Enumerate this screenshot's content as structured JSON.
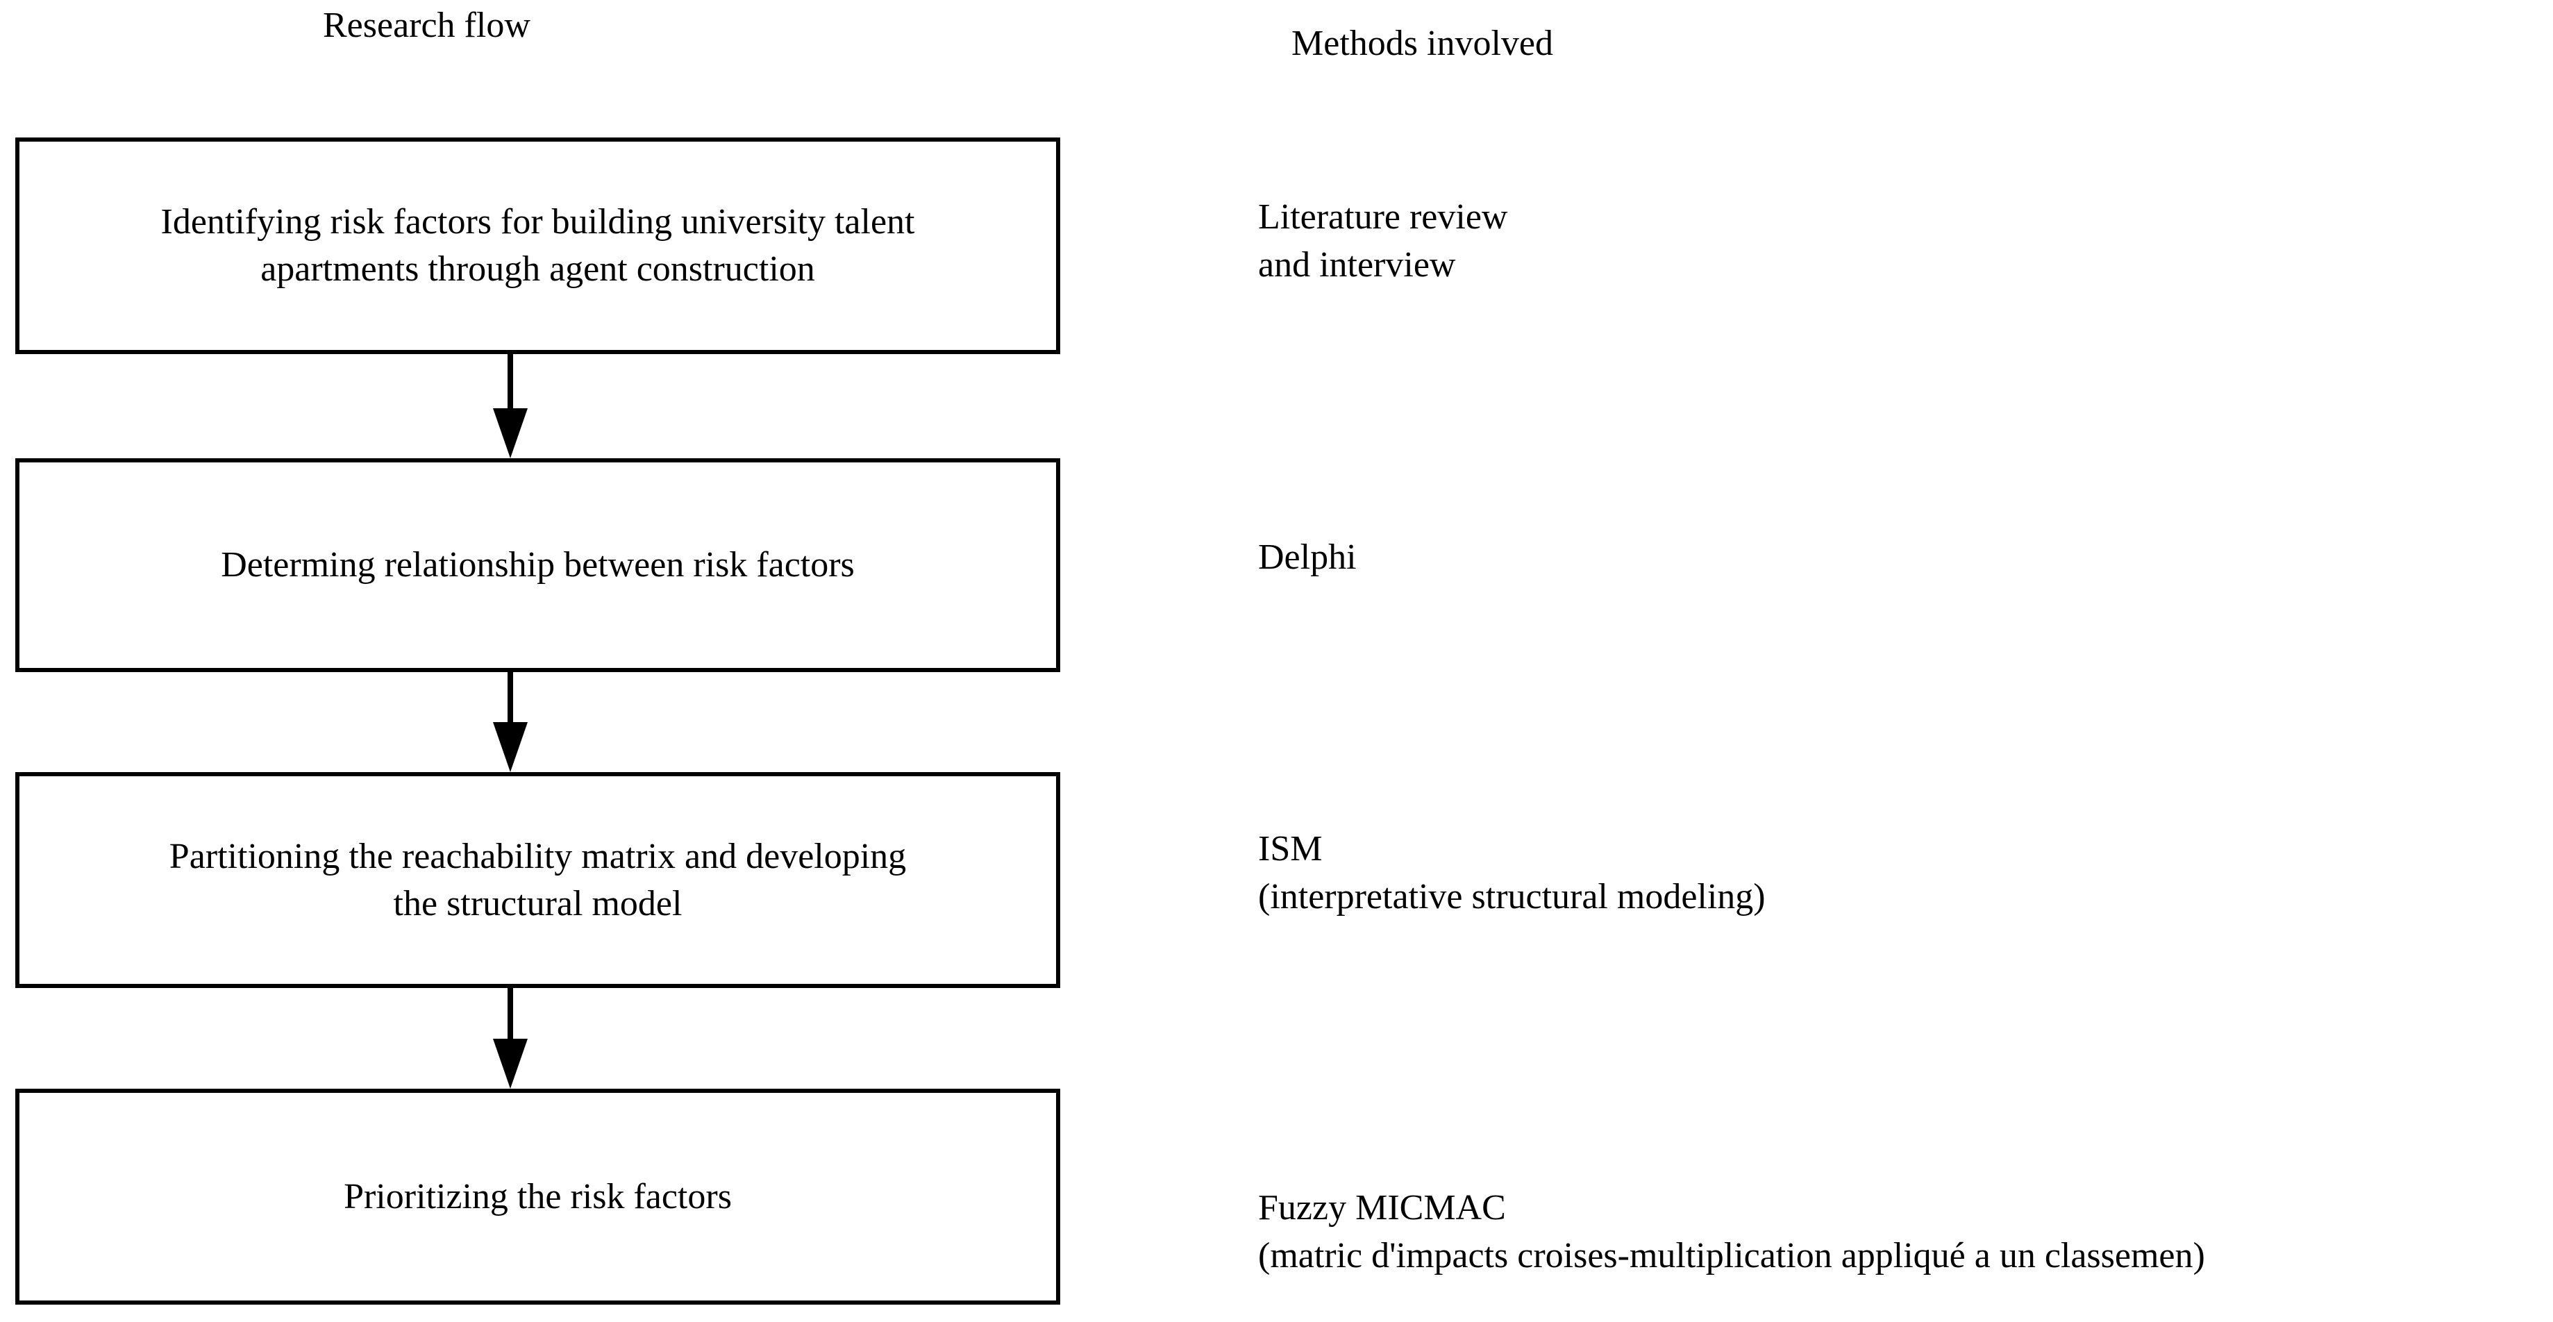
{
  "headers": {
    "research_flow": "Research flow",
    "methods_involved": "Methods involved"
  },
  "flow": {
    "steps": [
      {
        "id": "step-1",
        "box_label": "Identifying risk factors for building university talent\napartments through agent construction",
        "method_label": "Literature review\nand interview"
      },
      {
        "id": "step-2",
        "box_label": "Determing relationship between risk factors",
        "method_label": "Delphi"
      },
      {
        "id": "step-3",
        "box_label": "Partitioning the reachability matrix and developing\nthe structural model",
        "method_label": "ISM\n(interpretative structural modeling)"
      },
      {
        "id": "step-4",
        "box_label": "Prioritizing the risk factors",
        "method_label": "Fuzzy MICMAC\n(matric d'impacts croises-multiplication appliqué a un classemen)"
      }
    ],
    "connectors": [
      {
        "id": "arrow-1",
        "from": "step-1",
        "to": "step-2",
        "direction": "down"
      },
      {
        "id": "arrow-2",
        "from": "step-2",
        "to": "step-3",
        "direction": "down"
      },
      {
        "id": "arrow-3",
        "from": "step-3",
        "to": "step-4",
        "direction": "down"
      }
    ]
  },
  "colors": {
    "background": "#ffffff",
    "stroke": "#000000",
    "text": "#000000"
  }
}
